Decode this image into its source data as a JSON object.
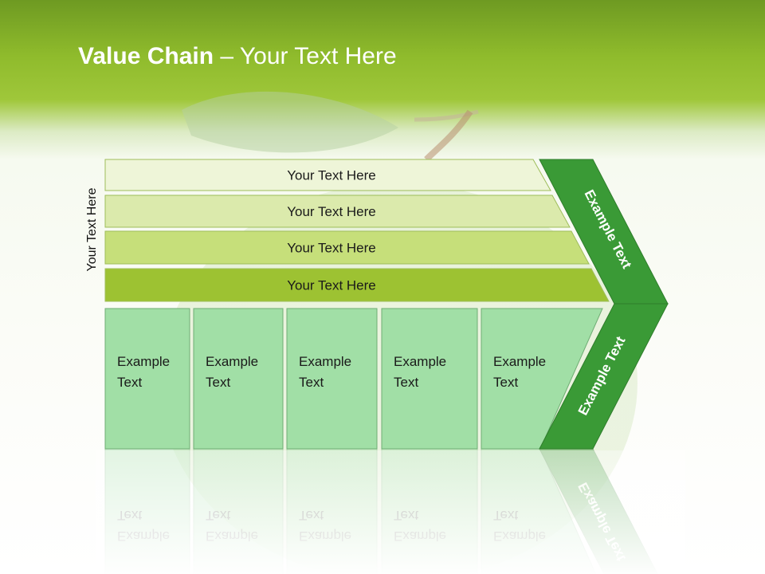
{
  "title": {
    "bold": "Value Chain",
    "rest": " – Your Text Here"
  },
  "side_label": "Your Text Here",
  "support_rows": [
    {
      "label": "Your Text Here",
      "color": "#eef5d8"
    },
    {
      "label": "Your Text Here",
      "color": "#dbeaac"
    },
    {
      "label": "Your Text Here",
      "color": "#c6df7a"
    },
    {
      "label": "Your Text Here",
      "color": "#9dc232"
    }
  ],
  "primary_boxes": [
    {
      "line1": "Example",
      "line2": "Text"
    },
    {
      "line1": "Example",
      "line2": "Text"
    },
    {
      "line1": "Example",
      "line2": "Text"
    },
    {
      "line1": "Example",
      "line2": "Text"
    },
    {
      "line1": "Example",
      "line2": "Text"
    }
  ],
  "margin_labels": {
    "upper": "Example Text",
    "lower": "Example Text"
  },
  "colors": {
    "header_green": "#8fbb2c",
    "arrow_green": "#3a9a36",
    "box_green": "#a1dfa6",
    "box_border": "#6fae74"
  }
}
